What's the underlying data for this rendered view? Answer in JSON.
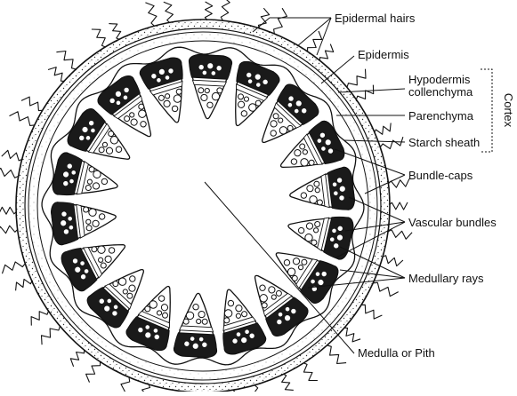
{
  "labels": {
    "epidermal_hairs": "Epidermal hairs",
    "epidermis": "Epidermis",
    "hypodermis_line1": "Hypodermis",
    "hypodermis_line2": "collenchyma",
    "parenchyma": "Parenchyma",
    "starch_sheath": "Starch sheath",
    "cortex": "Cortex",
    "bundle_caps": "Bundle-caps",
    "vascular_bundles": "Vascular bundles",
    "medullary_rays": "Medullary rays",
    "medulla": "Medulla or Pith"
  },
  "colors": {
    "ink": "#111111",
    "background": "#ffffff",
    "dark_cap": "#1a1a1a"
  }
}
